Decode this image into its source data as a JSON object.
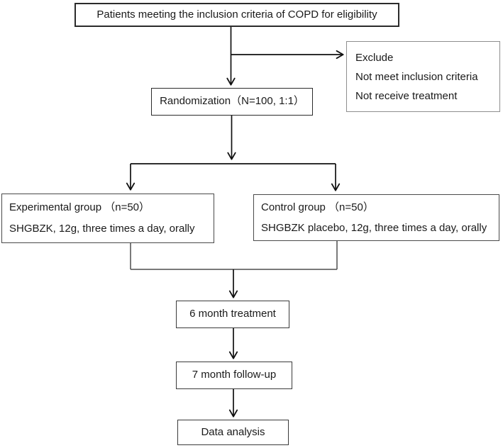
{
  "diagram": {
    "title": "COPD clinical trial flow diagram",
    "nodes": {
      "eligibility": {
        "label": "Patients meeting the inclusion criteria of COPD for eligibility"
      },
      "exclude": {
        "lines": [
          "Exclude",
          "Not meet inclusion criteria",
          "Not receive treatment"
        ]
      },
      "randomization": {
        "label": "Randomization（N=100, 1:1）"
      },
      "experimental": {
        "line1": "Experimental group （n=50）",
        "line2": "SHGBZK, 12g, three times a day, orally"
      },
      "control": {
        "line1": "Control group （n=50）",
        "line2": "SHGBZK placebo, 12g, three times a day, orally"
      },
      "treatment": {
        "label": "6 month treatment"
      },
      "followup": {
        "label": "7 month follow-up"
      },
      "analysis": {
        "label": "Data analysis"
      }
    },
    "colors": {
      "background": "#ffffff",
      "text": "#1a1a1a",
      "line": "#111111"
    }
  }
}
